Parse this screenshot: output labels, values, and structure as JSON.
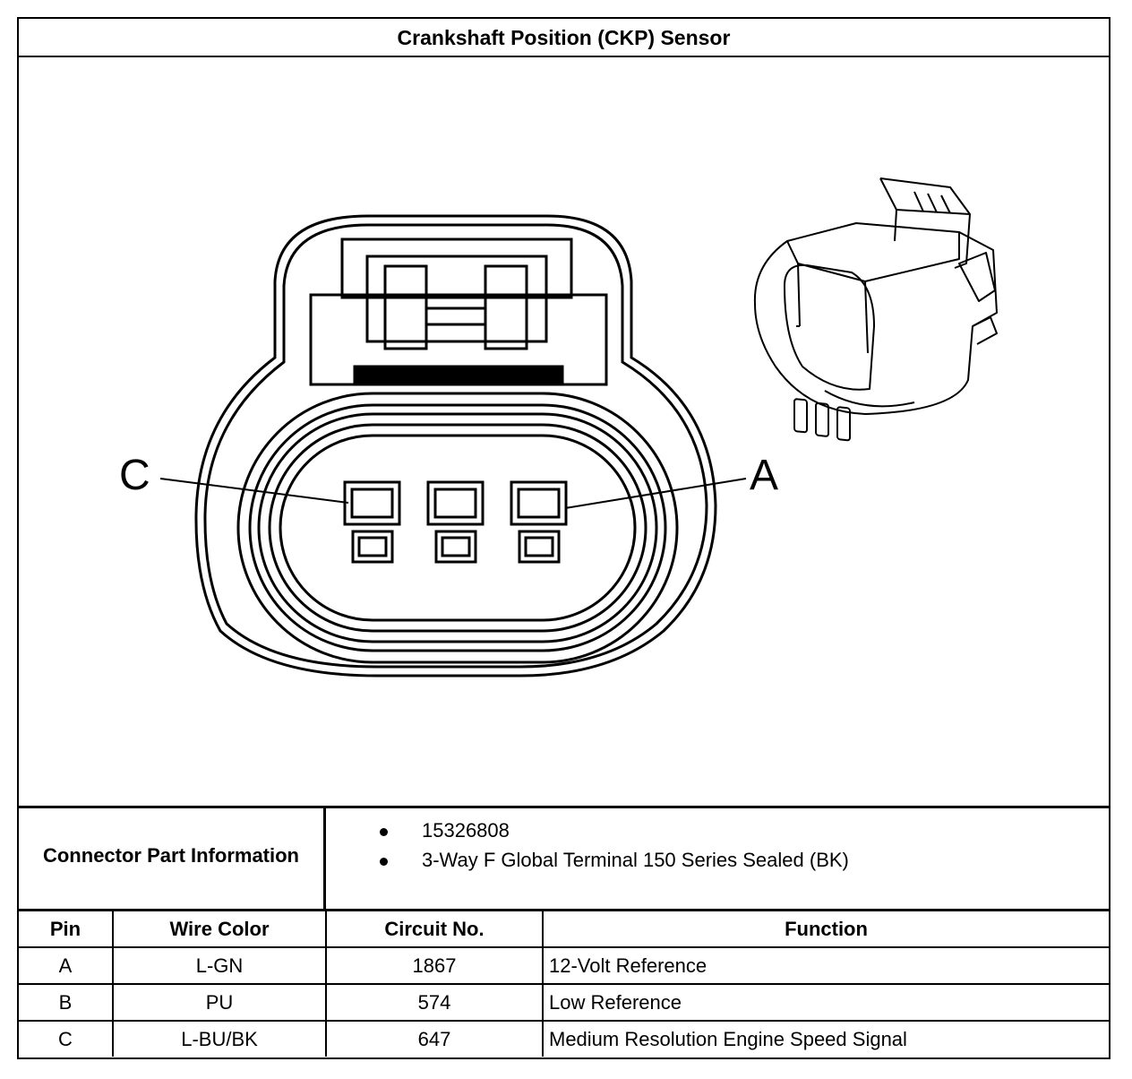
{
  "title": "Crankshaft Position (CKP) Sensor",
  "figure": {
    "callout_left": "C",
    "callout_right": "A"
  },
  "connector_info": {
    "label": "Connector Part Information",
    "items": [
      "15326808",
      "3-Way F Global Terminal 150 Series Sealed (BK)"
    ]
  },
  "pin_table": {
    "headers": [
      "Pin",
      "Wire Color",
      "Circuit No.",
      "Function"
    ],
    "rows": [
      [
        "A",
        "L-GN",
        "1867",
        "12-Volt Reference"
      ],
      [
        "B",
        "PU",
        "574",
        "Low Reference"
      ],
      [
        "C",
        "L-BU/BK",
        "647",
        "Medium Resolution Engine Speed Signal"
      ]
    ]
  }
}
